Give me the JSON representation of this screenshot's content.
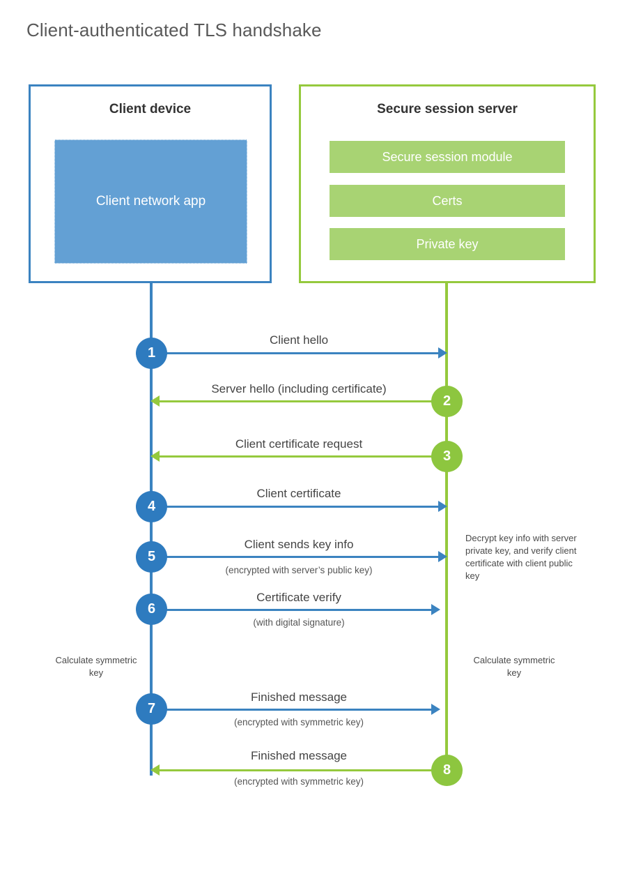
{
  "page": {
    "title": "Client-authenticated TLS handshake"
  },
  "colors": {
    "client_blue": "#3b83c0",
    "client_app_fill": "#63a0d4",
    "client_circle": "#2e7bbf",
    "server_green": "#95c93d",
    "server_bar_fill": "#a8d373",
    "server_circle": "#8dc63f",
    "text_dark": "#333333",
    "text_body": "#444444",
    "title_gray": "#595959"
  },
  "parties": {
    "client": {
      "title": "Client device",
      "app_label": "Client network app"
    },
    "server": {
      "title": "Secure session server",
      "components": [
        "Secure session module",
        "Certs",
        "Private key"
      ]
    }
  },
  "steps": [
    {
      "number": "1",
      "label": "Client hello",
      "sub": "",
      "direction": "client-to-server",
      "side": "client"
    },
    {
      "number": "2",
      "label": "Server hello (including certificate)",
      "sub": "",
      "direction": "server-to-client",
      "side": "server"
    },
    {
      "number": "3",
      "label": "Client certificate request",
      "sub": "",
      "direction": "server-to-client",
      "side": "server"
    },
    {
      "number": "4",
      "label": "Client certificate",
      "sub": "",
      "direction": "client-to-server",
      "side": "client"
    },
    {
      "number": "5",
      "label": "Client sends key info",
      "sub": "(encrypted with server’s public key)",
      "direction": "client-to-server",
      "side": "client"
    },
    {
      "number": "6",
      "label": "Certificate verify",
      "sub": "(with digital signature)",
      "direction": "client-to-server",
      "side": "client"
    },
    {
      "number": "7",
      "label": "Finished message",
      "sub": "(encrypted with symmetric key)",
      "direction": "client-to-server",
      "side": "client"
    },
    {
      "number": "8",
      "label": "Finished message",
      "sub": "(encrypted with symmetric key)",
      "direction": "server-to-client",
      "side": "server"
    }
  ],
  "notes": {
    "server_decrypt": "Decrypt key info with server private key, and verify client certificate with client public key",
    "client_calculate": "Calculate symmetric key",
    "server_calculate": "Calculate symmetric key"
  }
}
